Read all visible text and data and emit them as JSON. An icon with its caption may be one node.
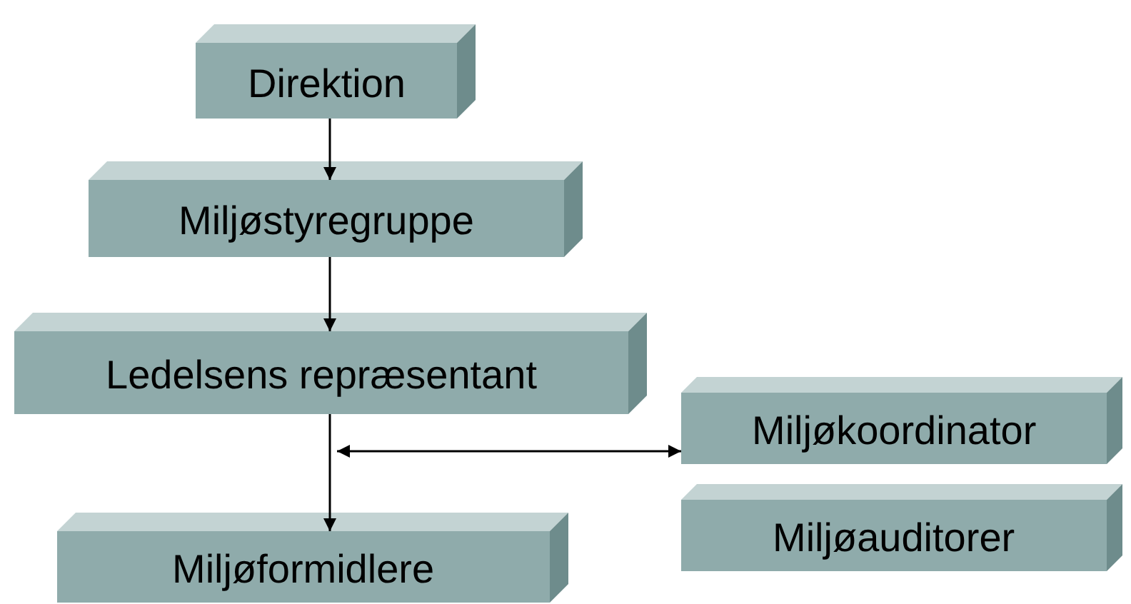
{
  "diagram": {
    "nodes": [
      {
        "text": [
          "Direktion"
        ]
      },
      {
        "text": [
          "Miljøstyregruppe"
        ]
      },
      {
        "text": [
          "Ledelsens repræsentant"
        ]
      },
      {
        "text": [
          "Miljøkoordinator"
        ]
      },
      {
        "text": [
          "Miljøauditorer"
        ]
      },
      {
        "text": [
          "Miljøformidlere"
        ]
      }
    ],
    "edges": [
      {
        "from": 0,
        "to": 1,
        "arrow": "to"
      },
      {
        "from": 1,
        "to": 2,
        "arrow": "to"
      },
      {
        "from": 2,
        "to": 5,
        "arrow": "to"
      },
      {
        "from": 2,
        "to": 3,
        "arrow": "both"
      }
    ]
  }
}
